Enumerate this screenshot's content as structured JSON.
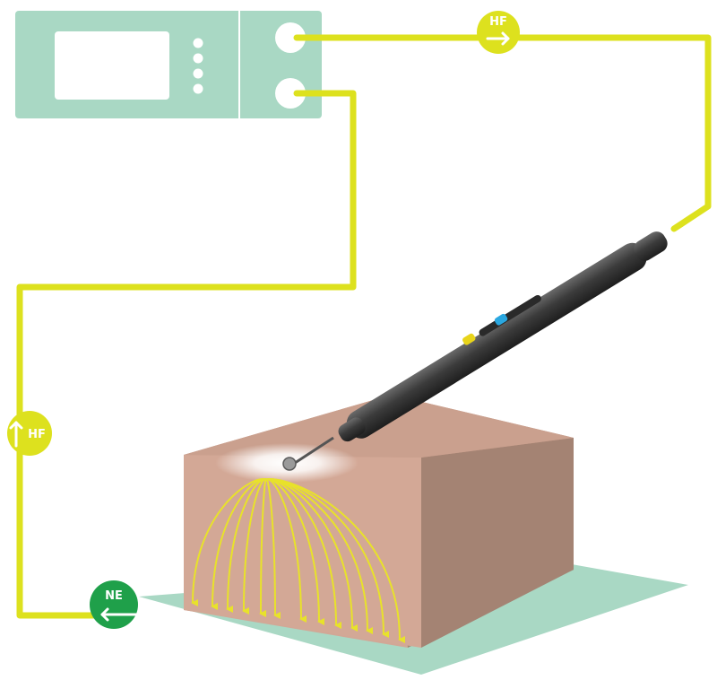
{
  "diagram": {
    "colors": {
      "wire": "#dde11e",
      "generator": "#a9d8c4",
      "ne_badge": "#1fa04a",
      "hf_badge": "#dde11e",
      "tissue_front": "#d2a796",
      "tissue_top": "#c89a88",
      "tissue_side": "#a68676",
      "plate": "#a9d8c4",
      "field_lines": "#e8e22a",
      "electrode_pen": "#3a3a3a"
    },
    "badges": {
      "hf_top": {
        "label": "HF",
        "icon": "arrow-right-icon"
      },
      "hf_left": {
        "label": "HF",
        "icon": "arrow-up-icon"
      },
      "neutral_electrode": {
        "label": "NE",
        "icon": "arrow-left-icon"
      }
    }
  }
}
